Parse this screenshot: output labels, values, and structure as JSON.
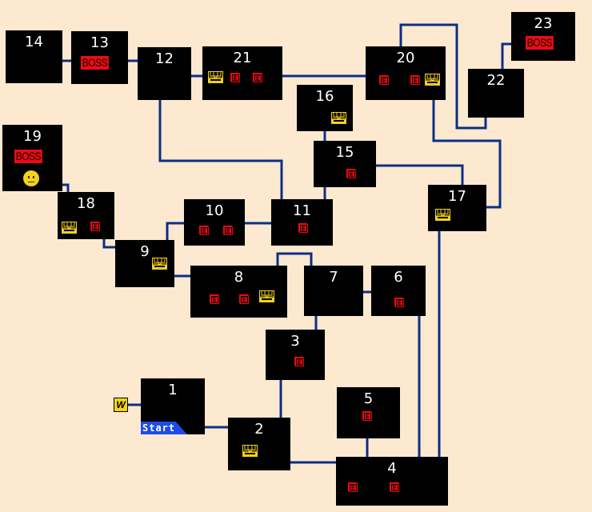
{
  "map": {
    "colors": {
      "background": "#fde9cf",
      "room": "#000000",
      "line": "#0b2f86",
      "boss": "#ee0a14",
      "enemy": "#ee0a14",
      "chest": "#f3d21a",
      "start": "#1f4ce8"
    },
    "rooms": [
      {
        "id": "1",
        "label": "1",
        "badges": [
          "start"
        ]
      },
      {
        "id": "2",
        "label": "2",
        "badges": [
          "chest"
        ]
      },
      {
        "id": "3",
        "label": "3",
        "badges": [
          "enemy"
        ]
      },
      {
        "id": "4",
        "label": "4",
        "badges": [
          "enemy",
          "enemy"
        ]
      },
      {
        "id": "5",
        "label": "5",
        "badges": [
          "enemy"
        ]
      },
      {
        "id": "6",
        "label": "6",
        "badges": [
          "enemy"
        ]
      },
      {
        "id": "7",
        "label": "7",
        "badges": []
      },
      {
        "id": "8",
        "label": "8",
        "badges": [
          "enemy",
          "enemy",
          "chest"
        ]
      },
      {
        "id": "9",
        "label": "9",
        "badges": [
          "chest"
        ]
      },
      {
        "id": "10",
        "label": "10",
        "badges": [
          "enemy",
          "enemy"
        ]
      },
      {
        "id": "11",
        "label": "11",
        "badges": [
          "enemy"
        ]
      },
      {
        "id": "12",
        "label": "12",
        "badges": []
      },
      {
        "id": "13",
        "label": "13",
        "badges": [
          "boss"
        ]
      },
      {
        "id": "14",
        "label": "14",
        "badges": []
      },
      {
        "id": "15",
        "label": "15",
        "badges": [
          "enemy"
        ]
      },
      {
        "id": "16",
        "label": "16",
        "badges": [
          "chest"
        ]
      },
      {
        "id": "17",
        "label": "17",
        "badges": [
          "chest"
        ]
      },
      {
        "id": "18",
        "label": "18",
        "badges": [
          "chest",
          "enemy"
        ]
      },
      {
        "id": "19",
        "label": "19",
        "badges": [
          "boss",
          "face"
        ]
      },
      {
        "id": "20",
        "label": "20",
        "badges": [
          "enemy",
          "enemy",
          "chest"
        ]
      },
      {
        "id": "21",
        "label": "21",
        "badges": [
          "chest",
          "enemy",
          "enemy"
        ]
      },
      {
        "id": "22",
        "label": "22",
        "badges": []
      },
      {
        "id": "23",
        "label": "23",
        "badges": [
          "boss"
        ]
      }
    ],
    "connections": [
      [
        "1",
        "2"
      ],
      [
        "2",
        "3"
      ],
      [
        "2",
        "4"
      ],
      [
        "4",
        "5"
      ],
      [
        "4",
        "6"
      ],
      [
        "4",
        "17"
      ],
      [
        "3",
        "7"
      ],
      [
        "7",
        "6"
      ],
      [
        "7",
        "8"
      ],
      [
        "8",
        "9"
      ],
      [
        "9",
        "10"
      ],
      [
        "9",
        "18"
      ],
      [
        "18",
        "19"
      ],
      [
        "10",
        "11"
      ],
      [
        "11",
        "12"
      ],
      [
        "11",
        "15"
      ],
      [
        "15",
        "16"
      ],
      [
        "15",
        "17"
      ],
      [
        "17",
        "20"
      ],
      [
        "20",
        "21"
      ],
      [
        "21",
        "12"
      ],
      [
        "12",
        "13"
      ],
      [
        "13",
        "14"
      ],
      [
        "20",
        "22"
      ],
      [
        "22",
        "23"
      ],
      [
        "1",
        "warp"
      ]
    ],
    "labels": {
      "boss": "BOSS",
      "enemy": "E",
      "start": "Start",
      "warp": "W"
    }
  }
}
